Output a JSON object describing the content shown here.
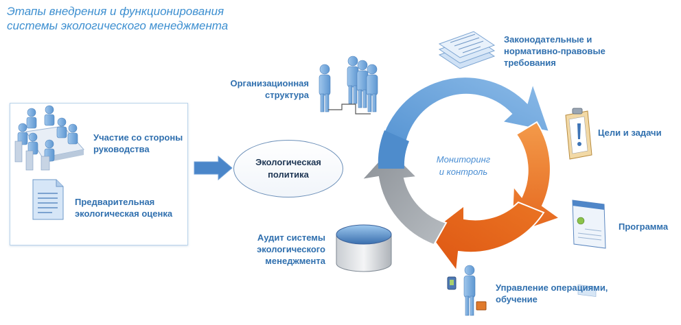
{
  "title": {
    "line1": "Этапы внедрения и функционирования",
    "line2": "системы экологического менеджмента"
  },
  "panel": {
    "management": "Участие со стороны\nруководства",
    "assessment": "Предварительная\nэкологическая оценка"
  },
  "policy": "Экологическая\nполитика",
  "cycle_center": "Мониторинг\nи контроль",
  "labels": {
    "org_structure": "Организационная\nструктура",
    "legal": "Законодательные и\nнормативно-правовые\nтребования",
    "goals": "Цели и задачи",
    "program": "Программа",
    "operations": "Управление операциями,\nобучение",
    "audit": "Аудит системы\nэкологического\nменеджмента"
  },
  "colors": {
    "title": "#3d8fd0",
    "label": "#2f6fae",
    "arrow_blue_light": "#7fb0e2",
    "arrow_blue": "#5d9ad6",
    "arrow_orange": "#ef7f2a",
    "arrow_orange_dark": "#e56319",
    "arrow_gray": "#9aa0a6",
    "policy_arrow": "#4a86c9"
  },
  "icons": [
    "conference-meeting-icon",
    "document-icon",
    "people-org-icon",
    "stacked-papers-icon",
    "clipboard-exclamation-icon",
    "browser-window-icon",
    "person-with-tools-icon",
    "database-cylinder-icon"
  ]
}
